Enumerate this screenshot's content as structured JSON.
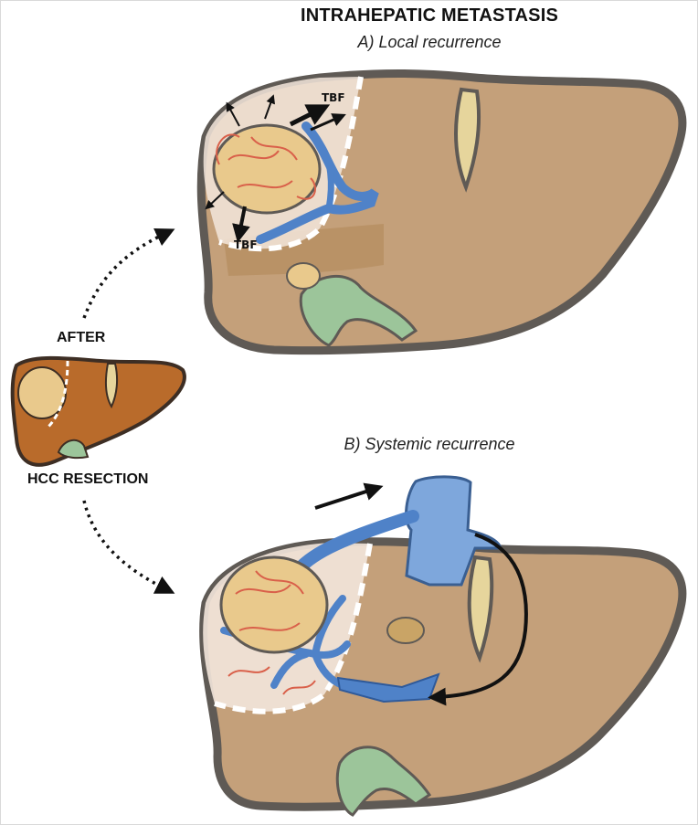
{
  "title": "INTRAHEPATIC METASTASIS",
  "panel_a": {
    "label": "A) Local recurrence",
    "tbf_top": "TBF",
    "tbf_bottom": "TBF"
  },
  "panel_b": {
    "label": "B) Systemic recurrence"
  },
  "left": {
    "after_label": "AFTER",
    "resection_label": "HCC RESECTION"
  },
  "colors": {
    "liver_fill": "#c4a07a",
    "liver_outline": "#5f5a55",
    "small_liver_fill": "#b96b2b",
    "tumor_fill": "#e9c98c",
    "vessel_blue": "#4f82c8",
    "capillary_red": "#d9604a",
    "gallbladder_green": "#9cc59a",
    "resected_area": "#f3e6dc"
  }
}
